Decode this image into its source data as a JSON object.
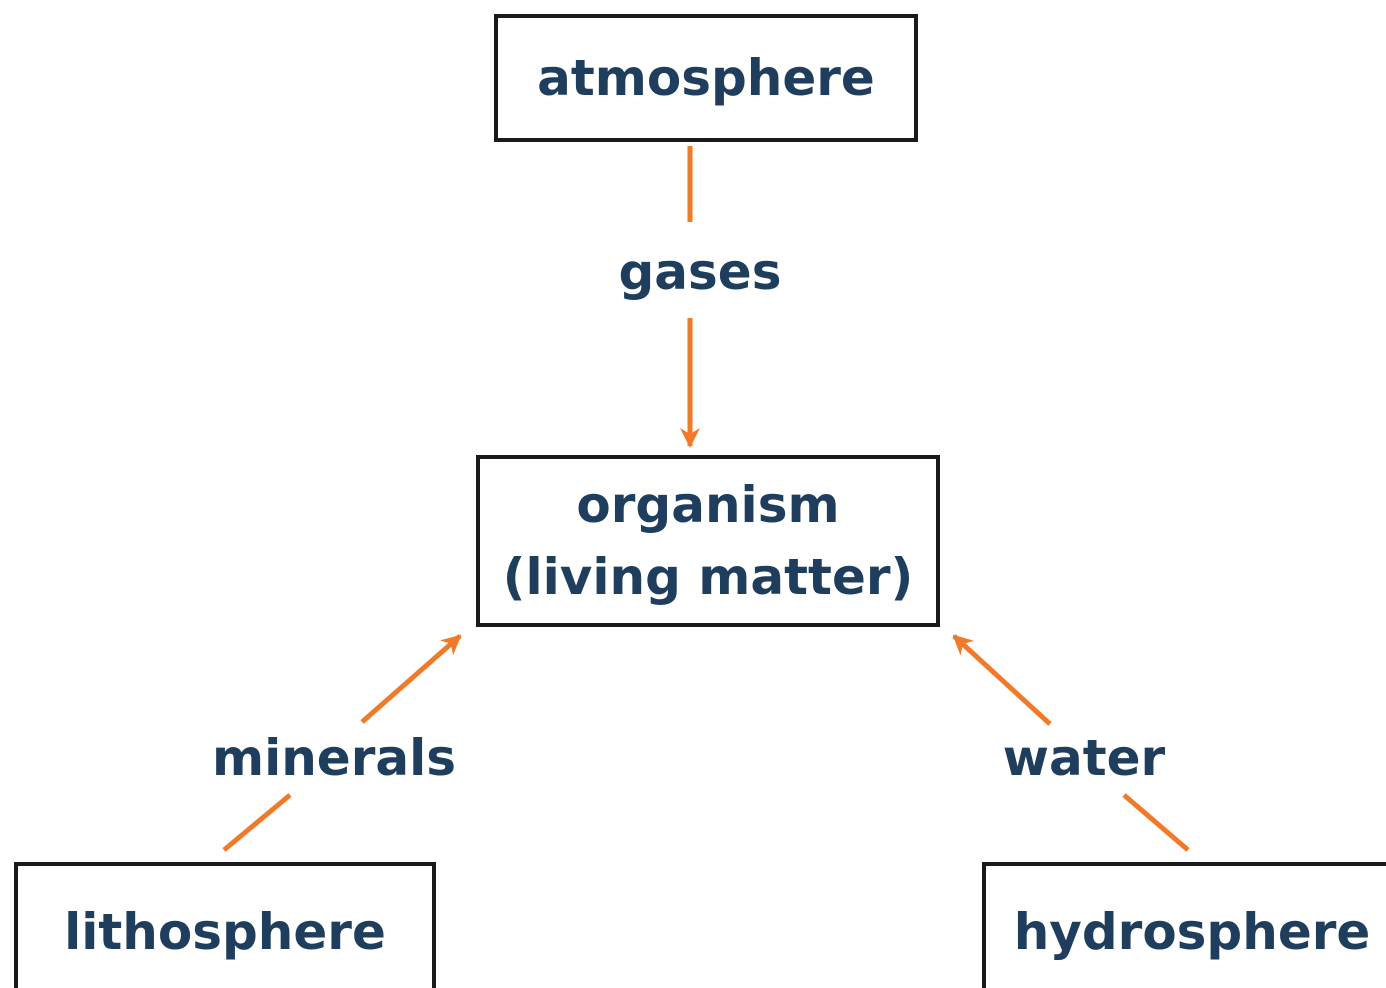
{
  "diagram": {
    "colors": {
      "arrow": "#f07a2a",
      "text": "#1f3d5c",
      "box_border": "#1a1a1a"
    },
    "nodes": {
      "atmosphere": {
        "lines": [
          "atmosphere"
        ]
      },
      "organism": {
        "lines": [
          "organism",
          "(living matter)"
        ]
      },
      "lithosphere": {
        "lines": [
          "lithosphere"
        ]
      },
      "hydrosphere": {
        "lines": [
          "hydrosphere"
        ]
      }
    },
    "edges": [
      {
        "from": "atmosphere",
        "to": "organism",
        "label": "gases"
      },
      {
        "from": "lithosphere",
        "to": "organism",
        "label": "minerals"
      },
      {
        "from": "hydrosphere",
        "to": "organism",
        "label": "water"
      }
    ]
  }
}
